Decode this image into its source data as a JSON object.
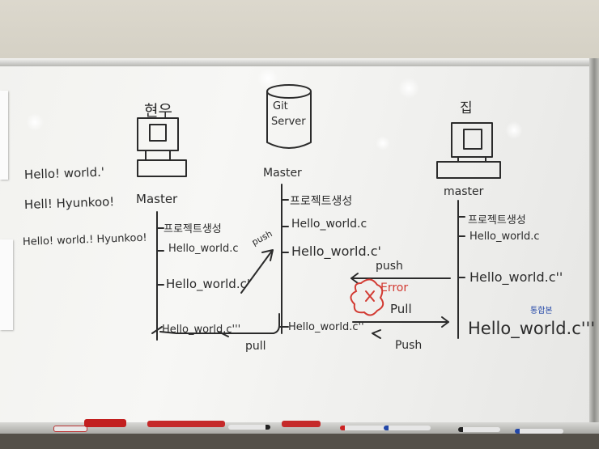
{
  "scene": {
    "subject": "whiteboard",
    "colors": {
      "ink": "#2b2b2b",
      "error": "#d23a32",
      "note": "#2247a8",
      "board": "#f2f2ef"
    }
  },
  "labels": {
    "left_name": "현우",
    "server_line1": "Git",
    "server_line2": "Server",
    "right_name": "집",
    "left_notes": [
      "Hello! world.'",
      "Hell! Hyunkoo!",
      "Hello! world.! Hyunkoo!"
    ],
    "master_left": "Master",
    "master_server": "Master",
    "master_right": "master",
    "left_commits": [
      "프로젝트생성",
      "Hello_world.c",
      "Hello_world.c'",
      "Hello_world.c'''"
    ],
    "server_commits": [
      "프로젝트생성",
      "Hello_world.c",
      "Hello_world.c'",
      "Hello_world.c''"
    ],
    "right_commits": [
      "프로젝트생성",
      "Hello_world.c",
      "Hello_world.c''",
      "Hello_world.c'''"
    ],
    "push_small": "push",
    "pull_left": "pull",
    "push_top": "push",
    "error": "Error",
    "pull_mid": "Pull",
    "push_bottom": "Push",
    "merge_note": "통합본"
  }
}
